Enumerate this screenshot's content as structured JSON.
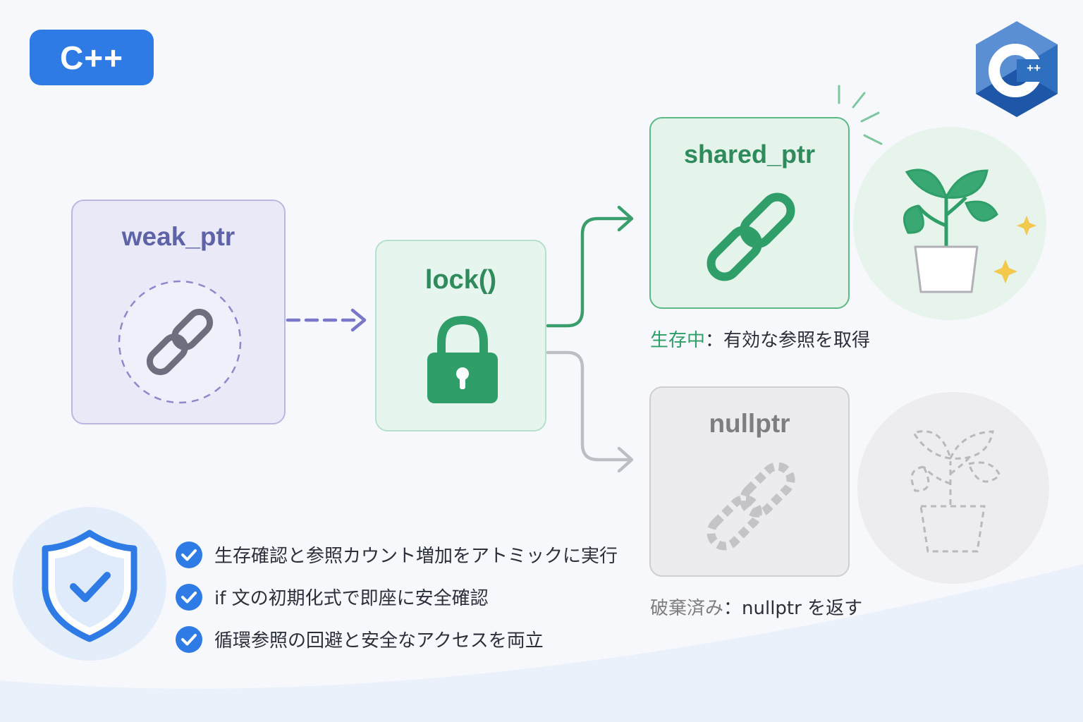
{
  "badge": {
    "label": "C++"
  },
  "nodes": {
    "weak_ptr": {
      "title": "weak_ptr"
    },
    "lock": {
      "title": "lock()"
    },
    "shared_ptr": {
      "title": "shared_ptr"
    },
    "nullptr": {
      "title": "nullptr"
    }
  },
  "captions": {
    "alive_label": "生存中",
    "alive_text": "：有効な参照を取得",
    "dead_label": "破棄済み",
    "dead_text": "：nullptr を返す"
  },
  "bullets": [
    {
      "text": "生存確認と参照カウント増加をアトミックに実行"
    },
    {
      "text": "if 文の初期化式で即座に安全確認"
    },
    {
      "text": "循環参照の回避と安全なアクセスを両立"
    }
  ],
  "colors": {
    "accent_blue": "#2f7be6",
    "weak_purple": "#6f6cc0",
    "alive_green": "#2f9e68",
    "dead_gray": "#b5b5ba"
  },
  "icons": {
    "logo": "cpp-logo-icon",
    "weak": "chain-link-icon",
    "lock": "padlock-icon",
    "shared": "chain-link-icon",
    "null": "broken-chain-icon",
    "plant_alive": "potted-plant-icon",
    "plant_dead": "faded-plant-icon",
    "shield": "shield-check-icon",
    "check": "check-circle-icon"
  }
}
